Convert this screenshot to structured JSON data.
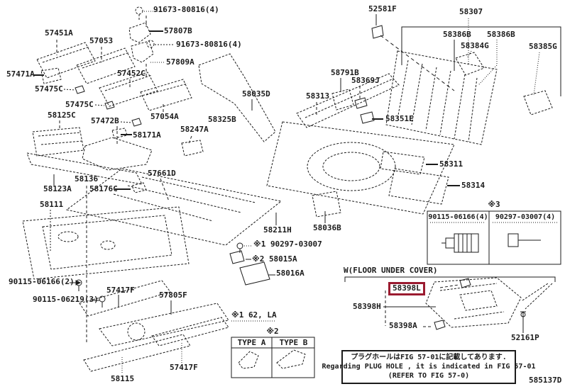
{
  "figure": {
    "code": "585137D"
  },
  "colors": {
    "ink": "#1b1b1b",
    "highlight_box": "#9b1b30",
    "background": "#ffffff"
  },
  "section": {
    "under_cover_title": "W(FLOOR UNDER COVER)"
  },
  "marks": {
    "note1": "※1 62, LA",
    "type_table_mark": "※2",
    "fastener_table_mark": "※3"
  },
  "type_table": {
    "col_a": "TYPE A",
    "col_b": "TYPE B"
  },
  "fastener_table": {
    "col_left": "90115-06166(4)",
    "col_right": "90297-03007(4)"
  },
  "plug_note": {
    "jp": "プラグホールはFIG 57-01に記載してあります.",
    "en": "Regarding  PLUG HOLE , it is indicated in FIG 57-01",
    "ref": "(REFER TO FIG 57-0)"
  },
  "highlight": {
    "part": "58398L"
  },
  "part_labels": [
    {
      "name": "91673-80816-top",
      "text": "91673-80816(4)"
    },
    {
      "name": "57807B",
      "text": "57807B"
    },
    {
      "name": "91673-80816-mid",
      "text": "91673-80816(4)"
    },
    {
      "name": "57809A",
      "text": "57809A"
    },
    {
      "name": "57451A",
      "text": "57451A"
    },
    {
      "name": "57053",
      "text": "57053"
    },
    {
      "name": "57471A",
      "text": "57471A"
    },
    {
      "name": "57475C-1",
      "text": "57475C"
    },
    {
      "name": "57452C",
      "text": "57452C"
    },
    {
      "name": "57475C-2",
      "text": "57475C"
    },
    {
      "name": "57472B",
      "text": "57472B"
    },
    {
      "name": "58125C",
      "text": "58125C"
    },
    {
      "name": "57054A",
      "text": "57054A"
    },
    {
      "name": "58171A",
      "text": "58171A"
    },
    {
      "name": "58247A",
      "text": "58247A"
    },
    {
      "name": "58325B",
      "text": "58325B"
    },
    {
      "name": "58035D",
      "text": "58035D"
    },
    {
      "name": "58313",
      "text": "58313"
    },
    {
      "name": "58791B",
      "text": "58791B"
    },
    {
      "name": "58369J",
      "text": "58369J"
    },
    {
      "name": "58351E",
      "text": "58351E"
    },
    {
      "name": "52581F",
      "text": "52581F"
    },
    {
      "name": "58307",
      "text": "58307"
    },
    {
      "name": "58386B-1",
      "text": "58386B"
    },
    {
      "name": "58386B-2",
      "text": "58386B"
    },
    {
      "name": "58384G",
      "text": "58384G"
    },
    {
      "name": "58385G",
      "text": "58385G"
    },
    {
      "name": "58311",
      "text": "58311"
    },
    {
      "name": "58314",
      "text": "58314"
    },
    {
      "name": "57661D",
      "text": "57661D"
    },
    {
      "name": "58123A",
      "text": "58123A"
    },
    {
      "name": "58136",
      "text": "58136"
    },
    {
      "name": "58176C",
      "text": "58176C"
    },
    {
      "name": "58111",
      "text": "58111"
    },
    {
      "name": "58211H",
      "text": "58211H"
    },
    {
      "name": "58036B",
      "text": "58036B"
    },
    {
      "name": "note1-90297-03007",
      "text": "※1 90297-03007"
    },
    {
      "name": "note2-58015A",
      "text": "※2 58015A"
    },
    {
      "name": "58016A",
      "text": "58016A"
    },
    {
      "name": "90115-06166-2",
      "text": "90115-06166(2)"
    },
    {
      "name": "90115-06219-3",
      "text": "90115-06219(3)"
    },
    {
      "name": "57417F-1",
      "text": "57417F"
    },
    {
      "name": "57805F",
      "text": "57805F"
    },
    {
      "name": "58115",
      "text": "58115"
    },
    {
      "name": "57417F-2",
      "text": "57417F"
    },
    {
      "name": "58398L",
      "text": "58398L"
    },
    {
      "name": "58398H",
      "text": "58398H"
    },
    {
      "name": "58398A",
      "text": "58398A"
    },
    {
      "name": "52161P",
      "text": "52161P"
    }
  ]
}
